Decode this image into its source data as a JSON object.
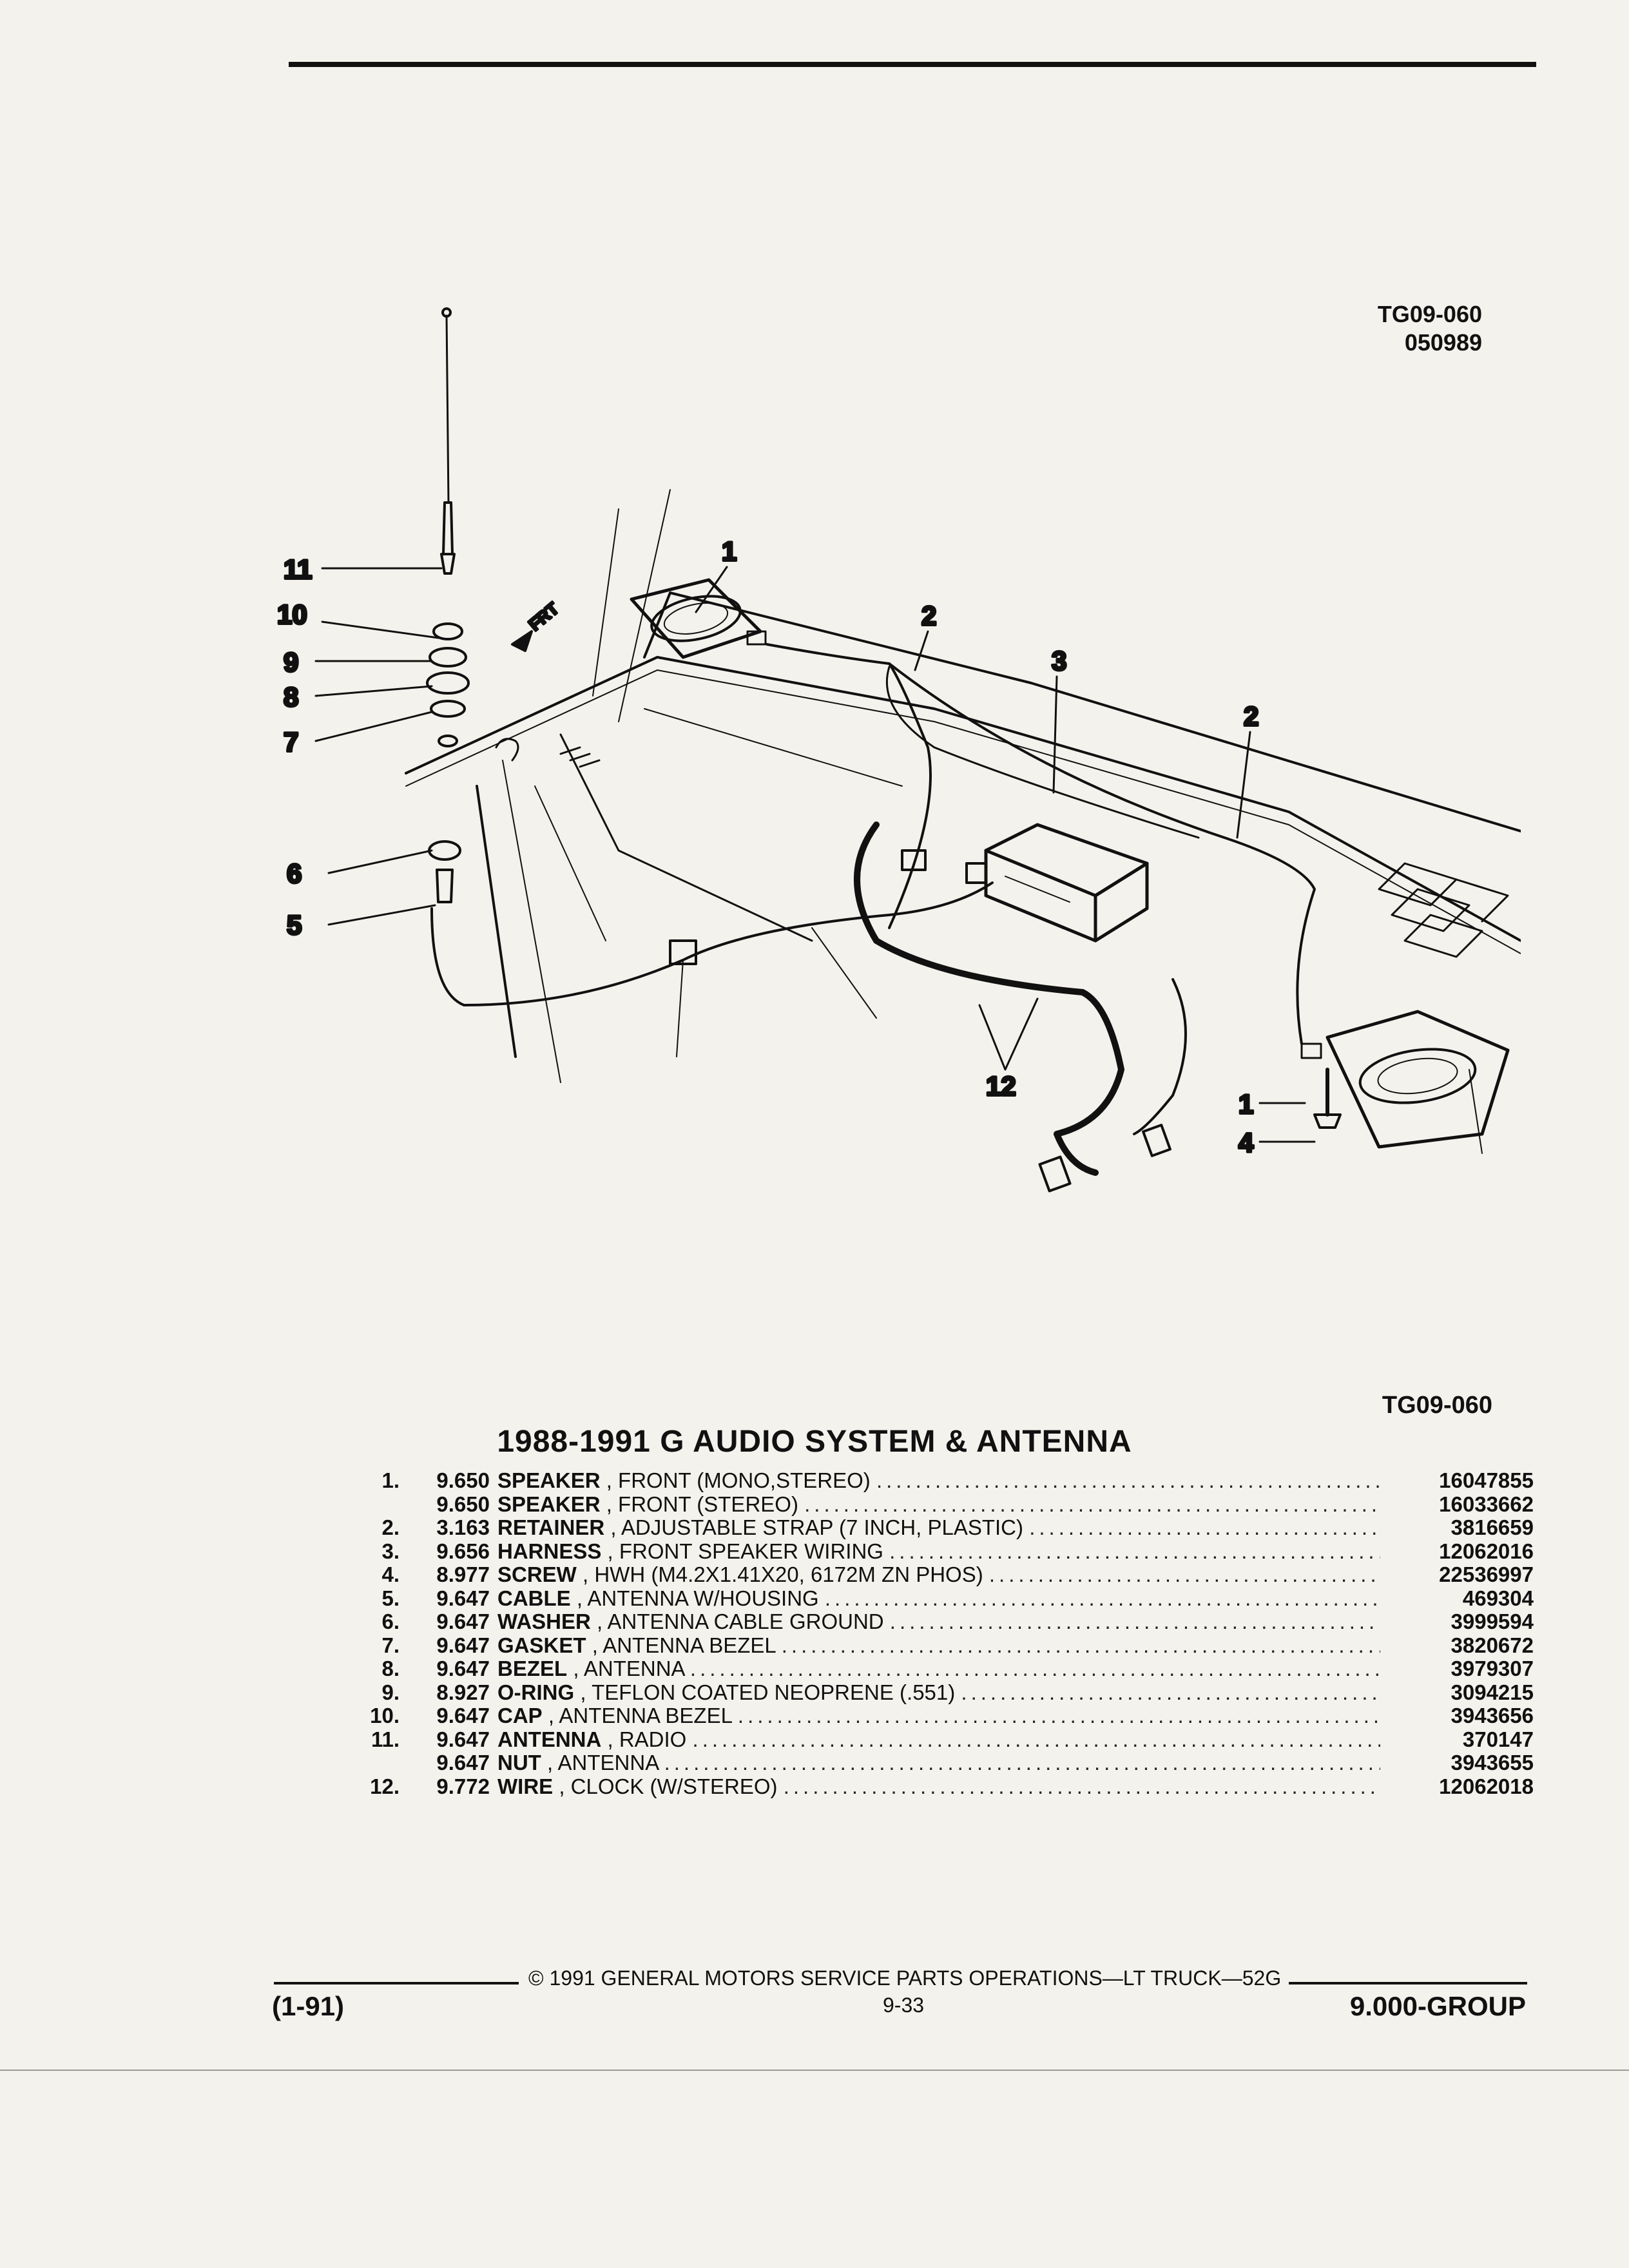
{
  "figure": {
    "code": "TG09-060",
    "date": "050989",
    "reference": "TG09-060",
    "front_marker": "FRT"
  },
  "callouts": [
    "1",
    "2",
    "3",
    "2",
    "11",
    "10",
    "9",
    "8",
    "7",
    "6",
    "5",
    "12",
    "1",
    "4"
  ],
  "title": "1988-1991 G AUDIO SYSTEM & ANTENNA",
  "parts": [
    {
      "num": "1.",
      "group": "9.650",
      "name": "SPEAKER",
      "detail": ", FRONT (MONO,STEREO)",
      "pn": "16047855"
    },
    {
      "num": "",
      "group": "9.650",
      "name": "SPEAKER",
      "detail": ", FRONT (STEREO)",
      "pn": "16033662"
    },
    {
      "num": "2.",
      "group": "3.163",
      "name": "RETAINER",
      "detail": ", ADJUSTABLE STRAP (7 INCH, PLASTIC)",
      "pn": "3816659"
    },
    {
      "num": "3.",
      "group": "9.656",
      "name": "HARNESS",
      "detail": ", FRONT SPEAKER WIRING",
      "pn": "12062016"
    },
    {
      "num": "4.",
      "group": "8.977",
      "name": "SCREW",
      "detail": ", HWH (M4.2X1.41X20, 6172M ZN PHOS)",
      "pn": "22536997"
    },
    {
      "num": "5.",
      "group": "9.647",
      "name": "CABLE",
      "detail": ", ANTENNA W/HOUSING",
      "pn": "469304"
    },
    {
      "num": "6.",
      "group": "9.647",
      "name": "WASHER",
      "detail": ", ANTENNA CABLE GROUND",
      "pn": "3999594"
    },
    {
      "num": "7.",
      "group": "9.647",
      "name": "GASKET",
      "detail": ", ANTENNA BEZEL",
      "pn": "3820672"
    },
    {
      "num": "8.",
      "group": "9.647",
      "name": "BEZEL",
      "detail": ", ANTENNA",
      "pn": "3979307"
    },
    {
      "num": "9.",
      "group": "8.927",
      "name": "O-RING",
      "detail": ", TEFLON COATED NEOPRENE (.551)",
      "pn": "3094215"
    },
    {
      "num": "10.",
      "group": "9.647",
      "name": "CAP",
      "detail": ", ANTENNA BEZEL",
      "pn": "3943656"
    },
    {
      "num": "11.",
      "group": "9.647",
      "name": "ANTENNA",
      "detail": ", RADIO",
      "pn": "370147"
    },
    {
      "num": "",
      "group": "9.647",
      "name": "NUT",
      "detail": ", ANTENNA",
      "pn": "3943655"
    },
    {
      "num": "12.",
      "group": "9.772",
      "name": "WIRE",
      "detail": ", CLOCK (W/STEREO)",
      "pn": "12062018"
    }
  ],
  "footer": {
    "copyright": "© 1991 GENERAL MOTORS SERVICE PARTS OPERATIONS—LT TRUCK—52G",
    "date_code": "(1-91)",
    "page": "9-33",
    "group": "9.000-GROUP"
  }
}
